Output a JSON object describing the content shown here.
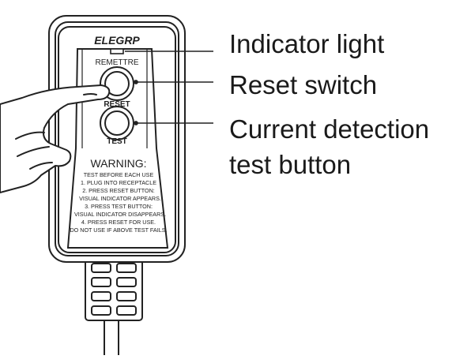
{
  "device": {
    "brand": "ELEGRP",
    "reset_button_top_label": "REMETTRE",
    "reset_button_bottom_label": "RESET",
    "test_button_label": "TEST",
    "warning": {
      "heading": "WARNING:",
      "lines": [
        "TEST BEFORE EACH USE",
        "1. PLUG INTO RECEPTACLE",
        "2. PRESS RESET BUTTON:",
        "VISUAL INDICATOR APPEARS.",
        "3. PRESS TEST BUTTON:",
        "VISUAL INDICATOR DISAPPEARS.",
        "4. PRESS RESET FOR USE.",
        "DO NOT USE IF ABOVE TEST FAILS."
      ]
    }
  },
  "callouts": {
    "indicator": "Indicator light",
    "reset": "Reset switch",
    "test_line1": "Current detection",
    "test_line2": "test button"
  }
}
